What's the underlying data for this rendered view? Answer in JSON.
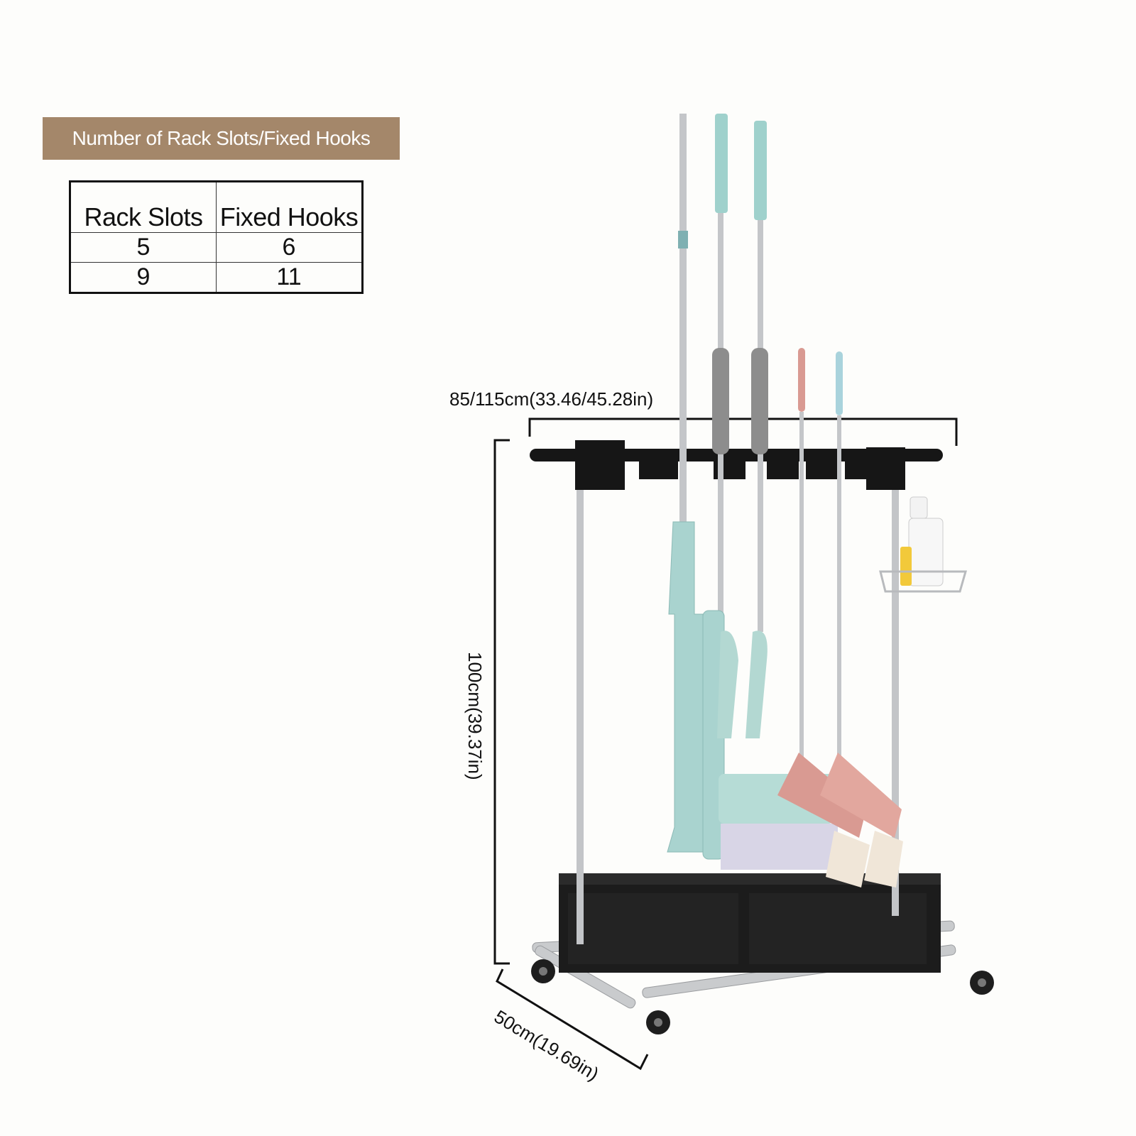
{
  "banner": {
    "title": "Number of Rack Slots/Fixed Hooks"
  },
  "table": {
    "headers": [
      "Rack Slots",
      "Fixed Hooks"
    ],
    "rows": [
      [
        "5",
        "6"
      ],
      [
        "9",
        "11"
      ]
    ]
  },
  "dimensions": {
    "width_label": "85/115cm(33.46/45.28in)",
    "height_label": "100cm(39.37in)",
    "depth_label": "50cm(19.69in)"
  },
  "colors": {
    "banner_bg": "#a4876a",
    "frame_steel": "#c9cbcd",
    "bin_black": "#1c1c1c",
    "mint": "#a9d3cf",
    "pink_broom": "#d99a92"
  }
}
